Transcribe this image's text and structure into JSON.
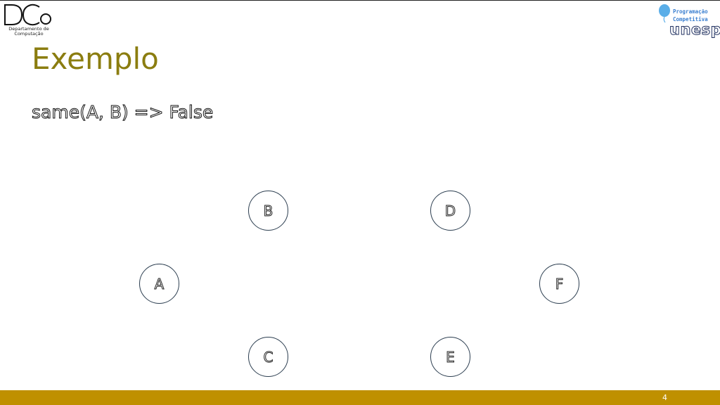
{
  "header": {
    "dco_logo": {
      "logo_text": "DCo",
      "line1": "Departamento de",
      "line2": "Computação"
    },
    "unesp_logo": {
      "line1": "Programação",
      "line2": "Competitiva",
      "word": "unesp",
      "balloon_color": "#5aaee8"
    }
  },
  "slide": {
    "title": "Exemplo",
    "code": "same(A, B) => False",
    "title_color": "#8b7d10"
  },
  "graph": {
    "nodes": [
      {
        "id": "A",
        "label": "A"
      },
      {
        "id": "B",
        "label": "B"
      },
      {
        "id": "C",
        "label": "C"
      },
      {
        "id": "D",
        "label": "D"
      },
      {
        "id": "E",
        "label": "E"
      },
      {
        "id": "F",
        "label": "F"
      }
    ]
  },
  "footer": {
    "page_number": "4",
    "bar_color": "#bf9000"
  }
}
